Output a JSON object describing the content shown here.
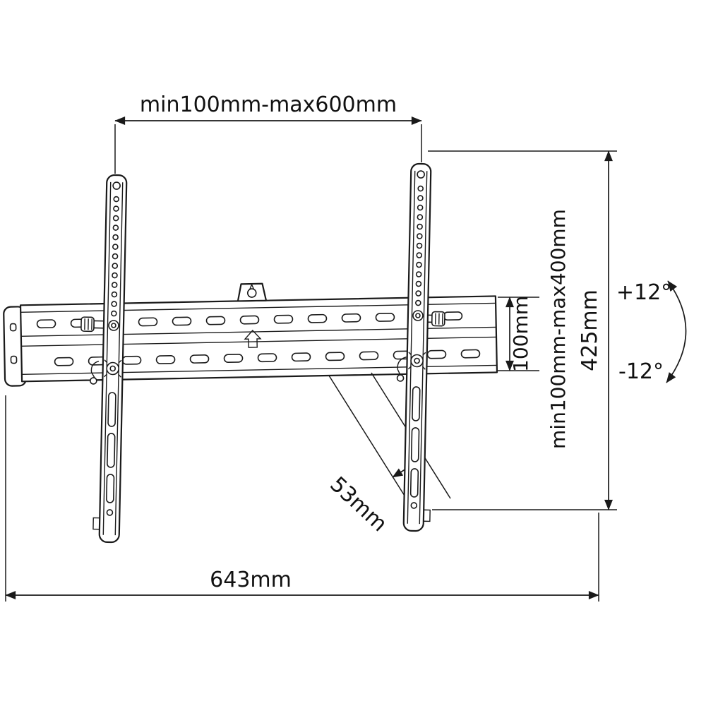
{
  "page": {
    "background": "#ffffff",
    "line_color": "#1a1a1a"
  },
  "diagram": {
    "labels": {
      "vesa_width": "min100mm-max600mm",
      "vesa_height": "min100mm-max400mm",
      "bracket_height": "425mm",
      "plate_height": "100mm",
      "depth": "53mm",
      "total_width": "643mm",
      "tilt_up": "+12°",
      "tilt_down": "-12°"
    }
  }
}
